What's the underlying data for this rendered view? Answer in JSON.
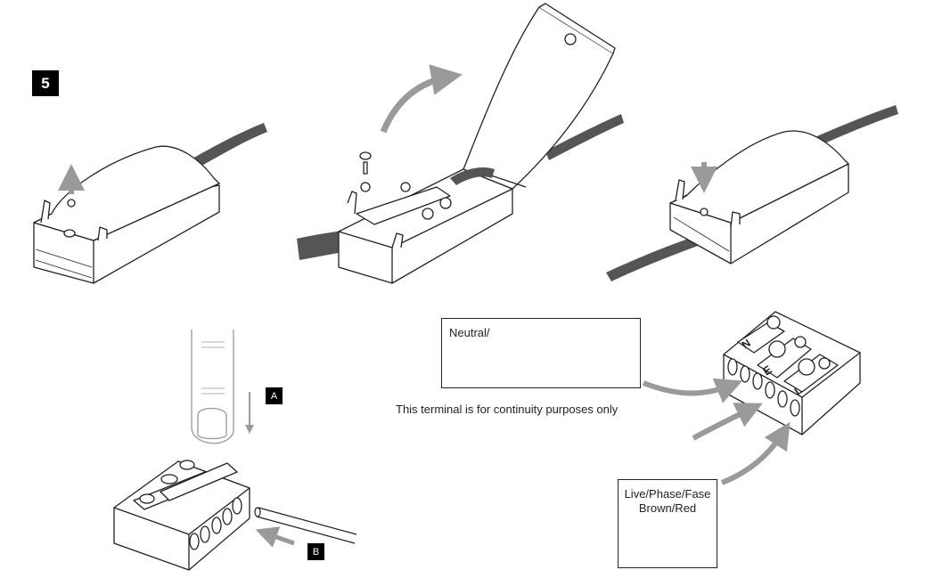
{
  "step": {
    "number": "5"
  },
  "labels": {
    "a": "A",
    "b": "B"
  },
  "callouts": {
    "neutral": "Neutral/",
    "continuity": "This terminal is for continuity purposes only",
    "live_line1": "Live/Phase/Fase",
    "live_line2": "Brown/Red"
  },
  "terminal_letters": {
    "n": "N",
    "e": "E",
    "l": "L"
  },
  "colors": {
    "line": "#222222",
    "arrow": "#9a9a9a",
    "cable": "#555555",
    "badge": "#000000"
  }
}
